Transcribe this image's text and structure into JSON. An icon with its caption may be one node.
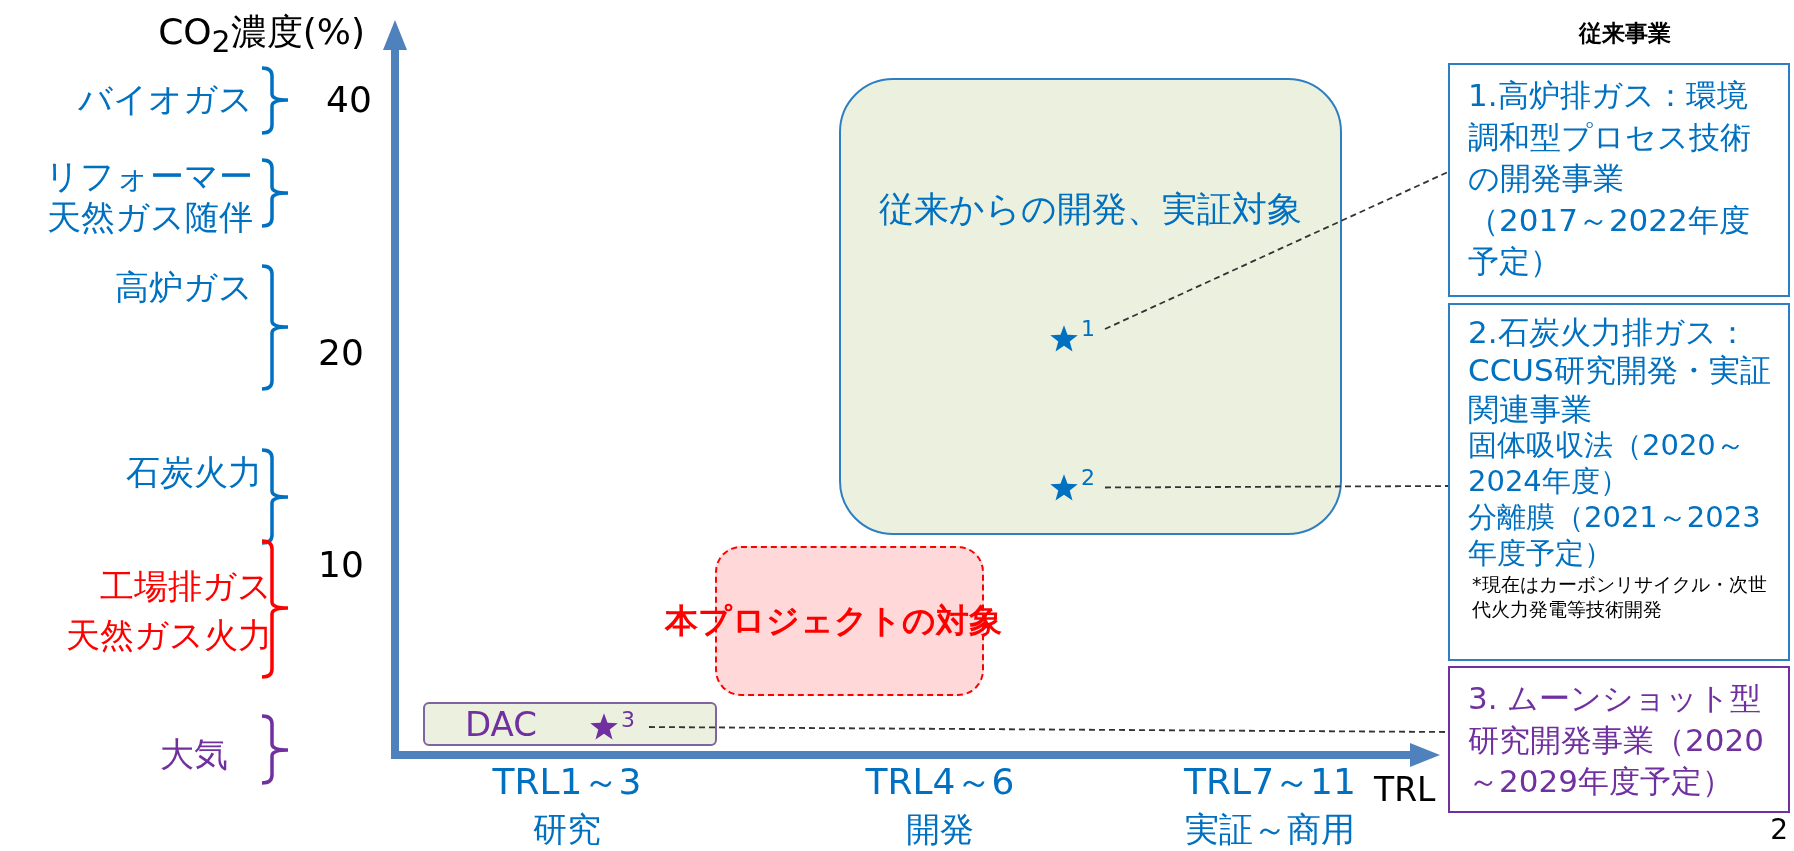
{
  "diagram": {
    "nodes": [
      {
        "text": [
          "従来からの開発、実証対象"
        ]
      },
      {
        "text": [
          "1"
        ],
        "in": 0
      },
      {
        "text": [
          "2"
        ],
        "in": 0
      },
      {
        "text": [
          "本プロジェクトの対象"
        ]
      },
      {
        "text": [
          "DAC"
        ]
      },
      {
        "text": [
          "3"
        ],
        "in": 4
      },
      {
        "text": [
          "1.高炉排ガス：環境調和型プロセス技術の開発事業",
          "（2017～2022年度予定）"
        ]
      },
      {
        "text": [
          "2.石炭火力排ガス：CCUS研究開発・実証関連事業",
          "固体吸収法（2020～2024年度）",
          "分離膜（2021～2023年度予定）",
          "*現在はカーボンリサイクル・次世代火力発電等技術開発"
        ]
      },
      {
        "text": [
          "3. ムーンショット型研究開発事業（2020～2029年度予定）"
        ]
      }
    ],
    "edges": [
      {
        "from": 1,
        "to": 6,
        "arrow": "none",
        "style": "dashed"
      },
      {
        "from": 2,
        "to": 7,
        "arrow": "none",
        "style": "dashed"
      },
      {
        "from": 5,
        "to": 8,
        "arrow": "none",
        "style": "dashed"
      }
    ],
    "labels": [
      "CO$_{2}$濃度(%)",
      "バイオガス",
      "40",
      "リフォーマー",
      "天然ガス随伴",
      "高炉ガス",
      "20",
      "石炭火力",
      "10",
      "工場排ガス",
      "天然ガス火力",
      "大気",
      "TRL1～3",
      "研究",
      "TRL4～6",
      "開発",
      "TRL7～11",
      "実証～商用",
      "TRL",
      "従来事業",
      "2"
    ]
  }
}
